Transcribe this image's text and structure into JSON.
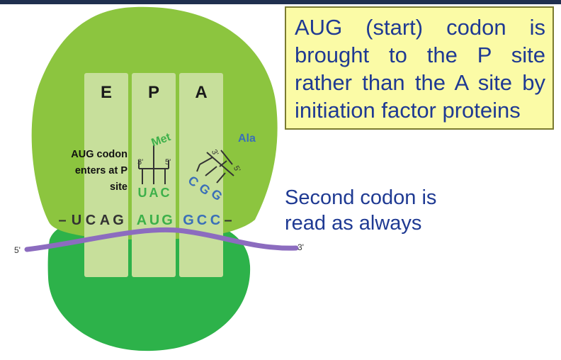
{
  "site_labels": [
    "E",
    "P",
    "A"
  ],
  "amino_acids": {
    "p_site": "Met",
    "a_site": "Ala"
  },
  "trna_ends": {
    "three_prime": "3'",
    "five_prime": "5'"
  },
  "anticodons": {
    "p_site": [
      "U",
      "A",
      "C"
    ],
    "a_site": [
      "C",
      "G",
      "G"
    ]
  },
  "mrna": {
    "five_end": "5'",
    "three_end": "3'",
    "dash": "–",
    "e_site_bases": [
      "U",
      "C",
      "A",
      "G"
    ],
    "p_site_bases": [
      "A",
      "U",
      "G"
    ],
    "a_site_bases": [
      "G",
      "C",
      "C"
    ]
  },
  "annotation": {
    "line1": "AUG codon",
    "line2": "enters at P",
    "line3": "site"
  },
  "callout_text": "AUG (start) codon is brought to the P site rather than the A site by initiation factor proteins",
  "second_codon_text": "Second codon is read as always",
  "colors": {
    "large_subunit": "#8cc53f",
    "small_subunit": "#2db24a",
    "site_column": "#c7df9b",
    "mrna": "#8c6cbf",
    "met_green": "#3db04a",
    "ala_blue": "#3a6fb8",
    "callout_bg": "#fbfba6",
    "text_blue": "#1f3a93",
    "top_bar": "#1f2f4f"
  },
  "icons": [
    "ribosome-large-subunit",
    "ribosome-small-subunit",
    "trna-met",
    "trna-ala",
    "mrna-strand"
  ]
}
